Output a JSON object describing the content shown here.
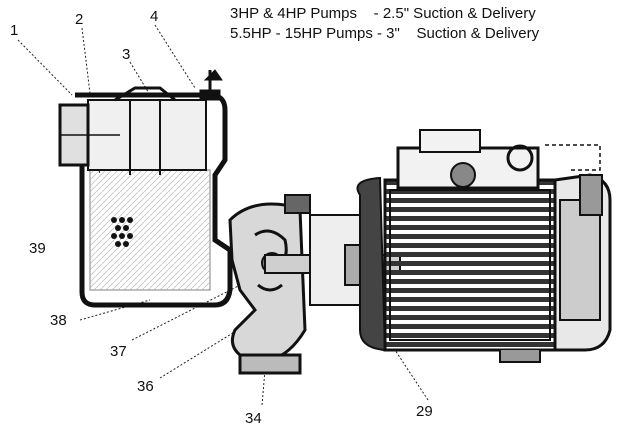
{
  "specs": [
    "3HP & 4HP Pumps    - 2.5\" Suction & Delivery",
    "5.5HP - 15HP Pumps - 3\"    Suction & Delivery"
  ],
  "part_numbers": {
    "p1": "1",
    "p2": "2",
    "p3": "3",
    "p4": "4",
    "p29": "29",
    "p34": "34",
    "p36": "36",
    "p37": "37",
    "p38": "38",
    "p39": "39"
  }
}
